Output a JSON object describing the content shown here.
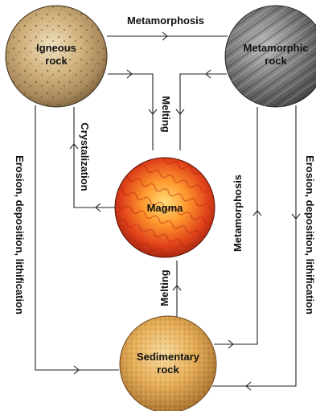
{
  "nodes": {
    "igneous": {
      "line1": "Igneous",
      "line2": "rock"
    },
    "metamorphic": {
      "line1": "Metamorphic",
      "line2": "rock"
    },
    "magma": {
      "line1": "Magma"
    },
    "sedimentary": {
      "line1": "Sedimentary",
      "line2": "rock"
    }
  },
  "processes": {
    "igneous_to_metamorphic": "Metamorphosis",
    "to_magma_melting_top": "Melting",
    "magma_to_igneous": "Crystalization",
    "igneous_to_sedimentary": "Erosion, deposition, lithification",
    "metamorphic_to_sedimentary": "Erosion, deposition, lithification",
    "sedimentary_to_metamorphic": "Metamorphosis",
    "sedimentary_to_magma": "Melting"
  },
  "colors": {
    "igneous": "#c7a978",
    "metamorphic": "#7a7a7a",
    "magma": "#e8561e",
    "sedimentary": "#e3b055",
    "lines": "#222222"
  }
}
